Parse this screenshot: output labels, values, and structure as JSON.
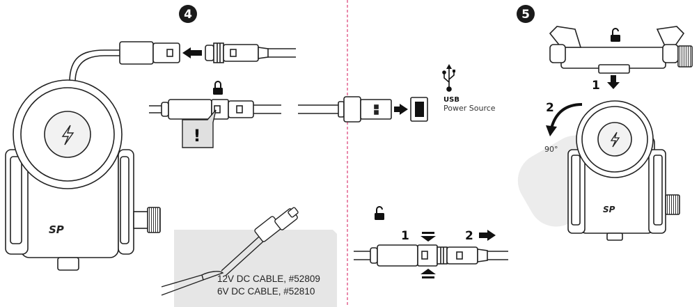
{
  "steps": {
    "step4": {
      "number": "4"
    },
    "step5": {
      "number": "5"
    }
  },
  "warning": {
    "symbol": "!"
  },
  "usb": {
    "title": "USB",
    "subtitle": "Power Source",
    "icon": "usb-icon"
  },
  "dc_cable": {
    "line1": "12V DC CABLE, #52809",
    "line2": "6V  DC CABLE, #52810"
  },
  "unlock_sequence": {
    "step1": "1",
    "step2": "2"
  },
  "mount_steps": {
    "step1": "1",
    "step2": "2",
    "rotation": "90°"
  },
  "brand": {
    "logo_text": "SP"
  },
  "colors": {
    "line": "#222222",
    "panel": "#e6e6e6",
    "divider": "#d4145a",
    "shadow": "#ededed",
    "badge": "#1a1a1a"
  }
}
